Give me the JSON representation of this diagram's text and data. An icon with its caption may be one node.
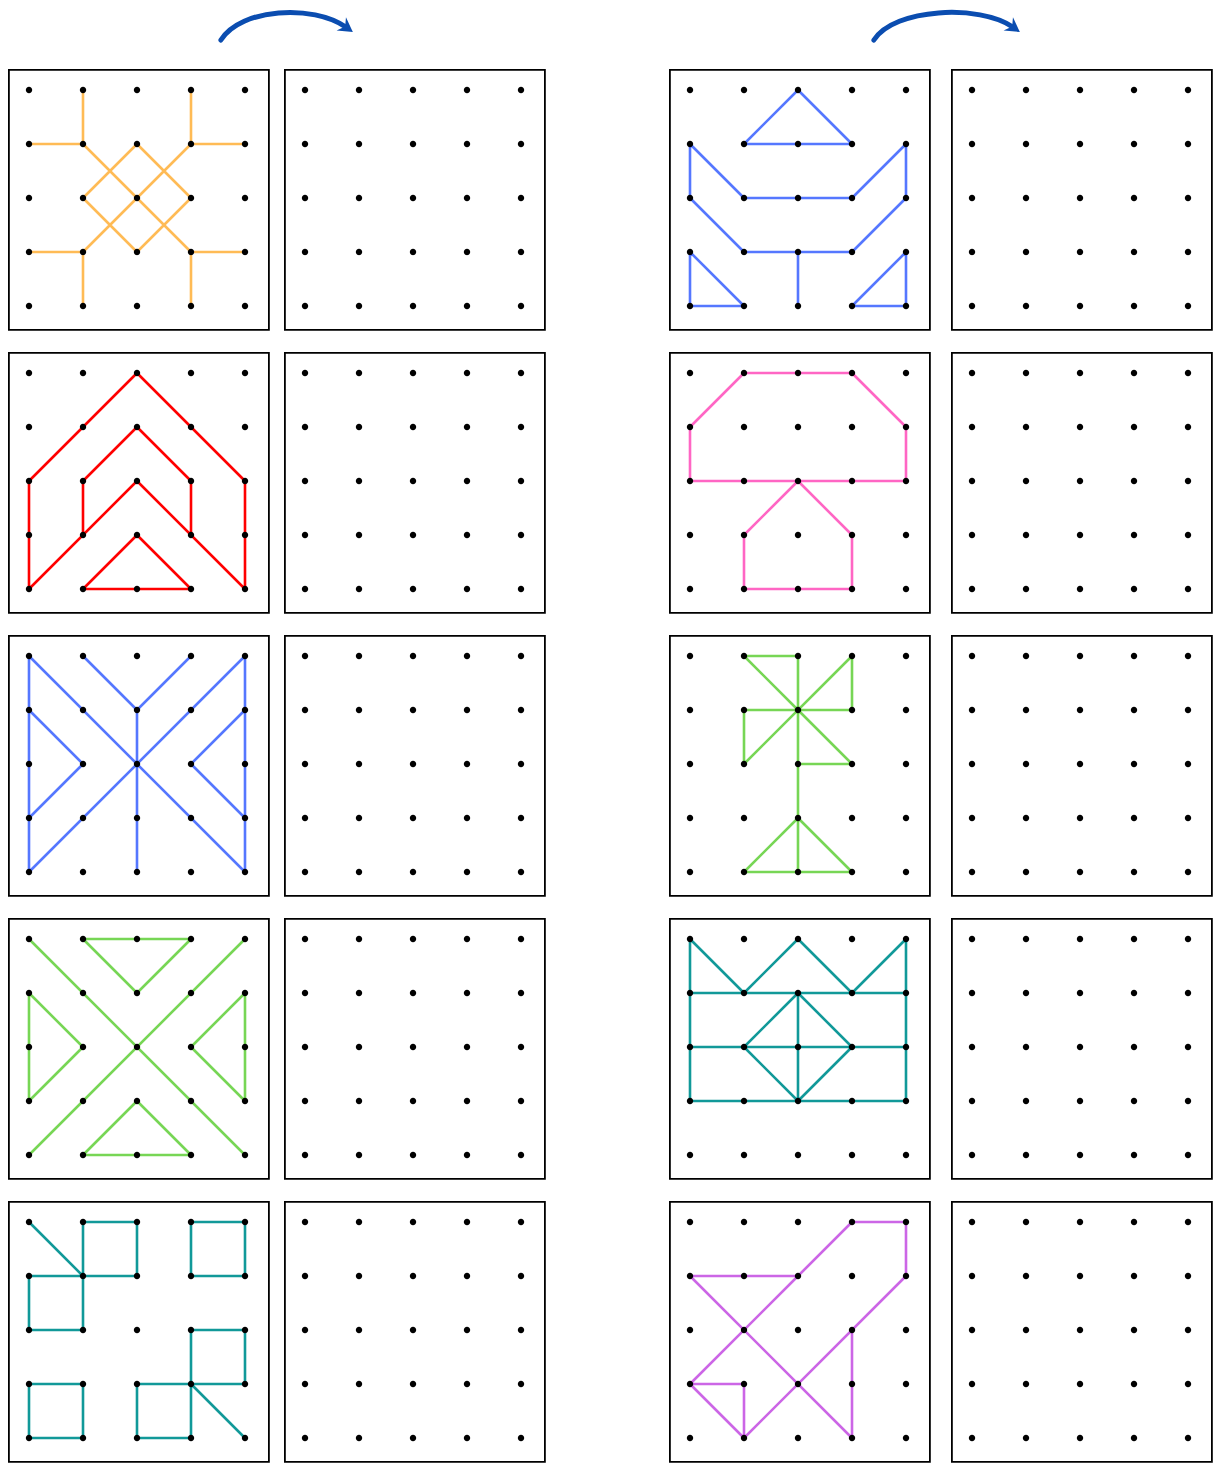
{
  "diagram": {
    "nodes": [
      {
        "text": [],
        "shape": "box"
      },
      {
        "text": [],
        "shape": "box"
      },
      {
        "text": [],
        "shape": "box"
      },
      {
        "text": [],
        "shape": "box"
      },
      {
        "text": [],
        "shape": "box"
      },
      {
        "text": [],
        "shape": "box"
      },
      {
        "text": [],
        "shape": "box"
      },
      {
        "text": [],
        "shape": "box"
      },
      {
        "text": [],
        "shape": "box"
      },
      {
        "text": [],
        "shape": "box"
      },
      {
        "text": [],
        "shape": "box"
      },
      {
        "text": [],
        "shape": "box"
      },
      {
        "text": [],
        "shape": "box"
      },
      {
        "text": [],
        "shape": "box"
      },
      {
        "text": [],
        "shape": "box"
      },
      {
        "text": [],
        "shape": "box"
      },
      {
        "text": [],
        "shape": "box"
      },
      {
        "text": [],
        "shape": "box"
      },
      {
        "text": [],
        "shape": "box"
      },
      {
        "text": [],
        "shape": "box"
      }
    ],
    "edges": [
      {
        "from": 0,
        "to": 1,
        "arrow": "to"
      },
      {
        "from": 2,
        "to": 3,
        "arrow": "to"
      }
    ]
  }
}
